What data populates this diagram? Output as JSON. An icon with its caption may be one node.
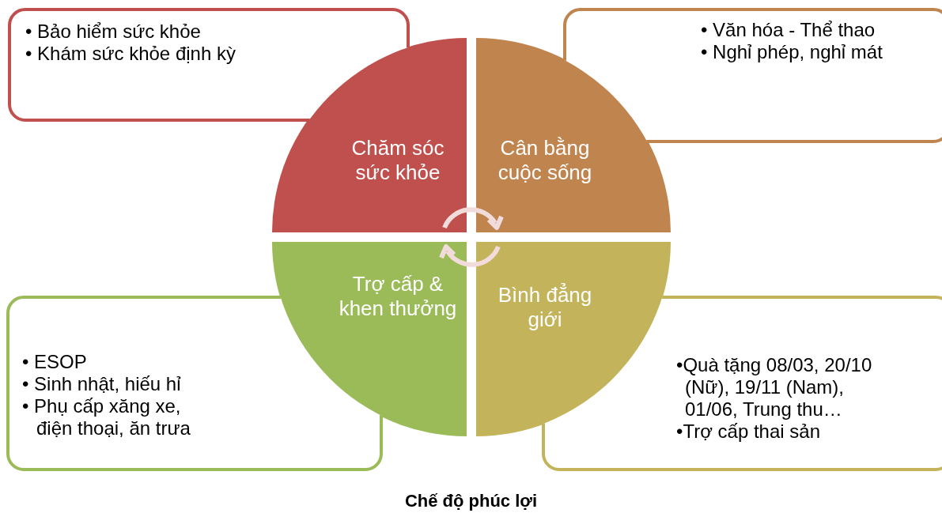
{
  "diagram": {
    "caption": "Chế độ phúc lợi",
    "nodes": [
      {
        "text": [
          "• Bảo hiểm sức khỏe",
          "• Khám sức khỏe định kỳ"
        ]
      },
      {
        "text": [
          "• Văn hóa - Thể thao",
          "• Nghỉ phép, nghỉ mát"
        ]
      },
      {
        "text": [
          "Chăm sóc sức khỏe"
        ]
      },
      {
        "text": [
          "Cân bằng cuộc sống"
        ]
      },
      {
        "text": [
          "Trợ cấp & khen thưởng"
        ]
      },
      {
        "text": [
          "Bình đẳng giới"
        ]
      },
      {
        "text": [
          "• ESOP",
          "• Sinh nhật, hiếu hỉ",
          "• Phụ cấp xăng xe, điện thoại, ăn trưa"
        ]
      },
      {
        "text": [
          "•Quà tặng 08/03, 20/10 (Nữ), 19/11 (Nam), 01/06, Trung thu…",
          "•Trợ cấp thai sản"
        ]
      }
    ]
  }
}
